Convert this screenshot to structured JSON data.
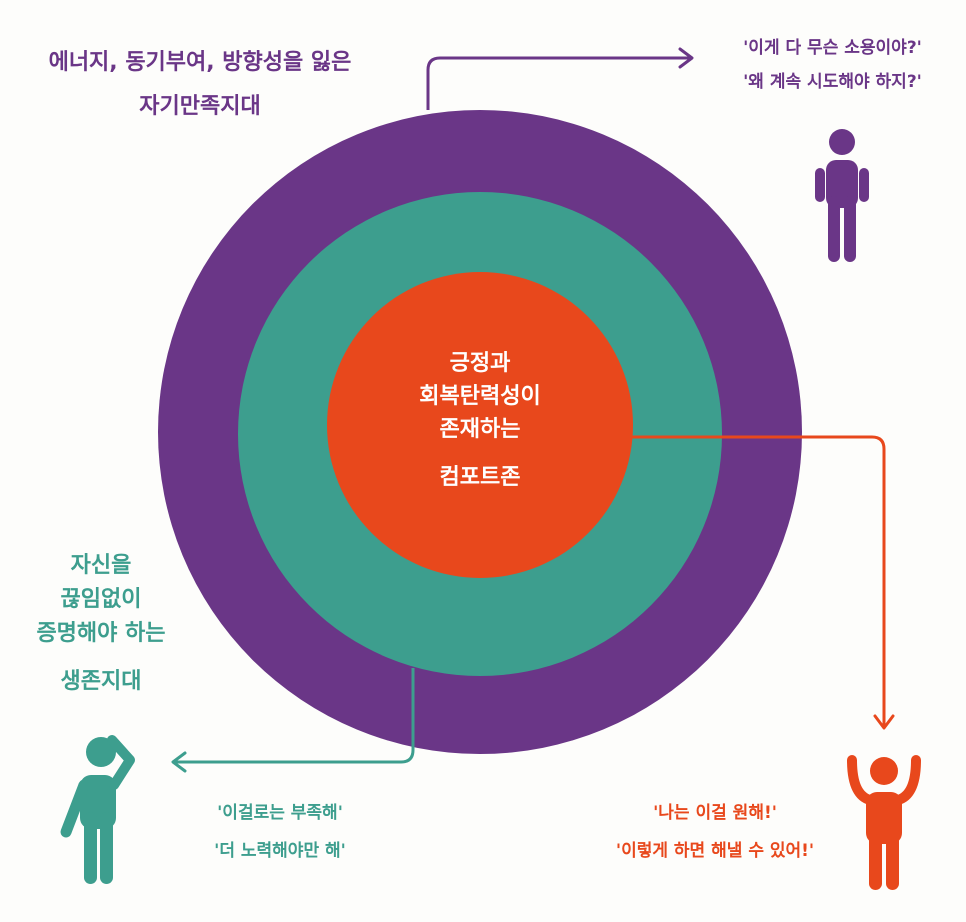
{
  "zones": {
    "comfort": {
      "lines": [
        "긍정과",
        "회복탄력성이",
        "존재하는",
        "컴포트존"
      ]
    },
    "survival": {
      "lines": [
        "자신을",
        "끊임없이",
        "증명해야 하는",
        "생존지대"
      ],
      "quotes": [
        "'이걸로는 부족해'",
        "'더 노력해야만 해'"
      ]
    },
    "complacency": {
      "lines": [
        "에너지, 동기부여,  방향성을 잃은",
        "자기만족지대"
      ],
      "quotes": [
        "'이게 다 무슨 소용이야?'",
        "'왜 계속 시도해야 하지?'"
      ]
    },
    "growth": {
      "quotes": [
        "'나는 이걸 원해!'",
        "'이렇게 하면 해낼 수 있어!'"
      ]
    }
  },
  "figures": {
    "complacent": "standing-person-icon",
    "survival": "hand-on-head-person-icon",
    "growth": "arms-raised-person-icon"
  },
  "colors": {
    "purple": "#6a3687",
    "teal": "#3d9e8e",
    "orange": "#e8481c",
    "background": "#fdfdfb"
  }
}
